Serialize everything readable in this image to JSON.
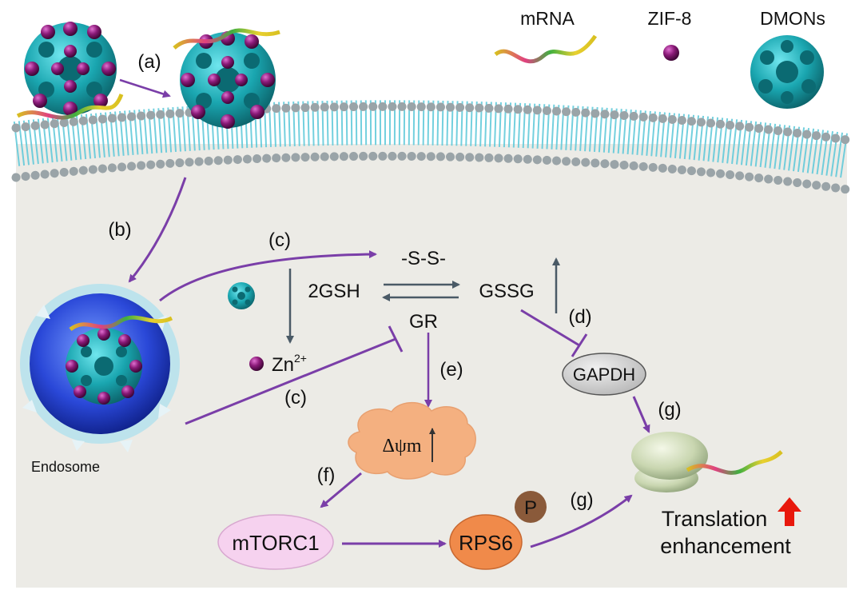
{
  "legend": {
    "mrna_label": "mRNA",
    "zif8_label": "ZIF-8",
    "dmons_label": "DMONs"
  },
  "steps": {
    "a": "(a)",
    "b": "(b)",
    "c_top": "(c)",
    "c_bottom": "(c)",
    "d": "(d)",
    "e": "(e)",
    "f": "(f)",
    "g_top": "(g)",
    "g_bottom": "(g)"
  },
  "nodes": {
    "disulfide": "-S-S-",
    "gsh": "2GSH",
    "gssg": "GSSG",
    "gr": "GR",
    "zn": "Zn",
    "zn_charge": "2+",
    "gapdh": "GAPDH",
    "delta_psi_m": "Δψm",
    "mtorc1": "mTORC1",
    "rps6": "RPS6",
    "phospho": "P",
    "endosome": "Endosome",
    "translation_line1": "Translation",
    "translation_line2": "enhancement"
  },
  "colors": {
    "arrow_purple": "#7a3ea8",
    "arrow_slate": "#4a5a66",
    "membrane_head": "#9aa4a8",
    "membrane_tail": "#5ac8d8",
    "dmon_teal": "#1aa6b0",
    "zif8_purple": "#8a1a78",
    "cytoplasm": "#ecebe6",
    "mtorc1_fill": "#f6d2ef",
    "rps6_fill": "#f08a4a",
    "phospho_fill": "#8a5a3a",
    "mito_fill": "#f4b080",
    "gapdh_fill": "#d3d3d3",
    "up_arrow_red": "#e8180c"
  }
}
